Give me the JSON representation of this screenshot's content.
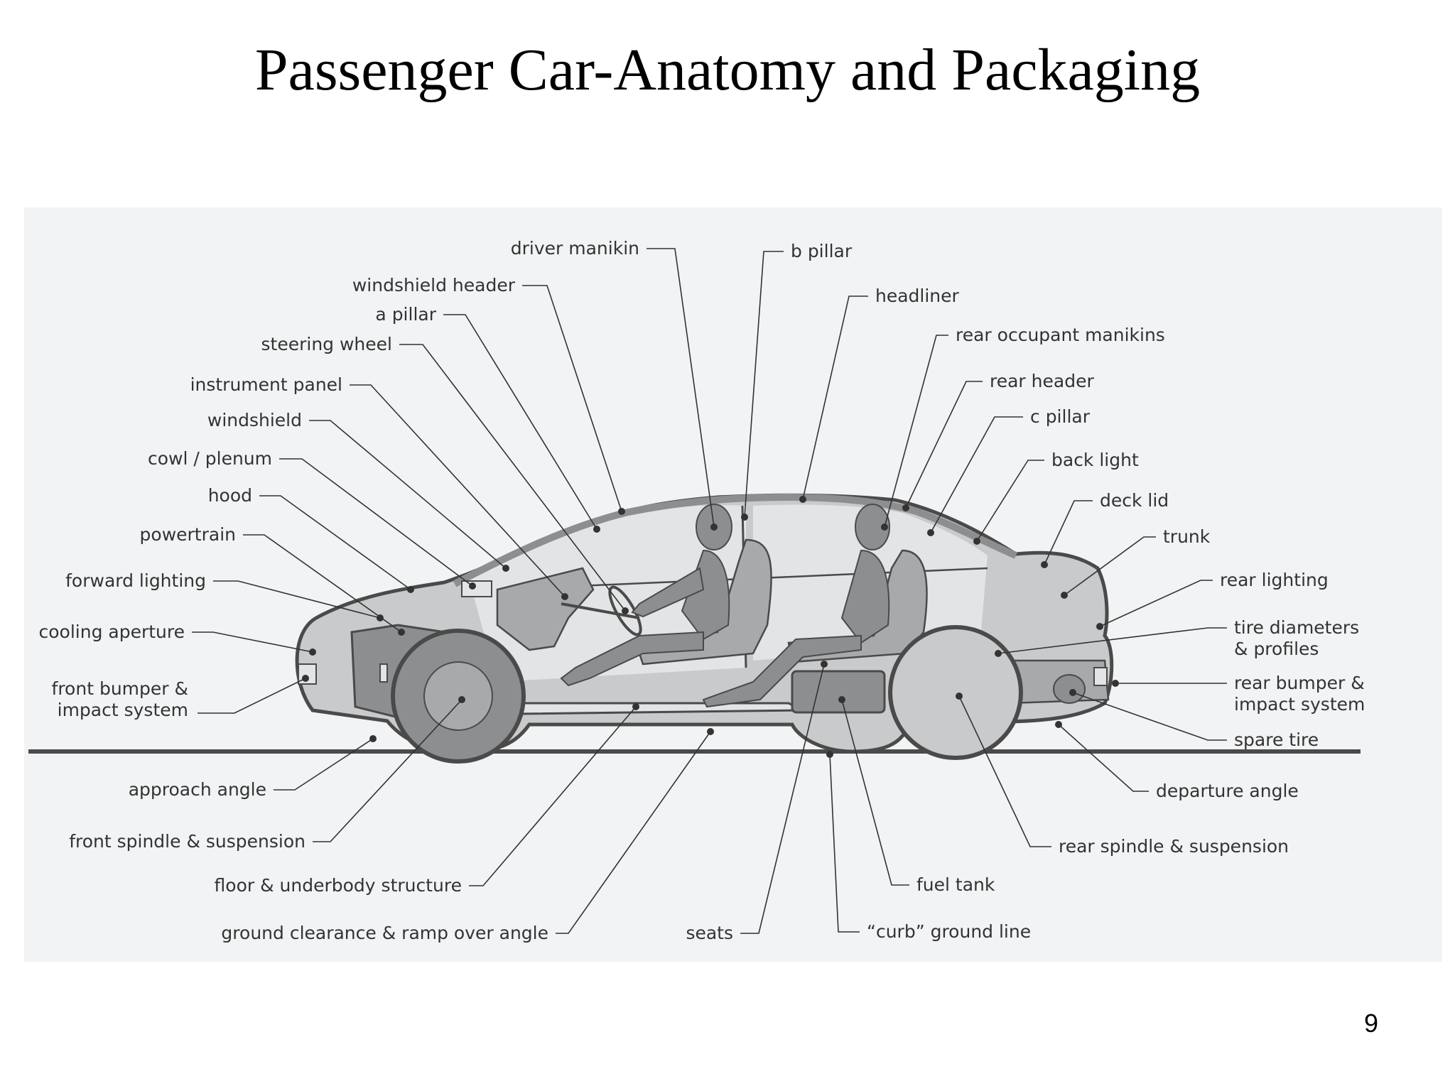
{
  "slide": {
    "title": "Passenger Car-Anatomy and Packaging",
    "page_number": "9"
  },
  "labels": {
    "driver_manikin": "driver manikin",
    "windshield_header": "windshield header",
    "a_pillar": "a pillar",
    "steering_wheel": "steering wheel",
    "instrument_panel": "instrument panel",
    "windshield": "windshield",
    "cowl_plenum": "cowl / plenum",
    "hood": "hood",
    "powertrain": "powertrain",
    "forward_lighting": "forward lighting",
    "cooling_aperture": "cooling aperture",
    "front_bumper_1": "front bumper &",
    "front_bumper_2": "impact system",
    "approach_angle": "approach angle",
    "front_spindle": "front spindle & suspension",
    "floor_underbody": "floor & underbody structure",
    "ground_clearance": "ground clearance & ramp over angle",
    "seats": "seats",
    "b_pillar": "b pillar",
    "headliner": "headliner",
    "rear_occupant": "rear occupant manikins",
    "rear_header": "rear header",
    "c_pillar": "c pillar",
    "back_light": "back light",
    "deck_lid": "deck lid",
    "trunk": "trunk",
    "rear_lighting": "rear lighting",
    "tire_1": "tire diameters",
    "tire_2": "& profiles",
    "rear_bumper_1": "rear bumper &",
    "rear_bumper_2": "impact system",
    "spare_tire": "spare tire",
    "departure_angle": "departure angle",
    "rear_spindle": "rear spindle & suspension",
    "fuel_tank": "fuel tank",
    "curb_line": "“curb” ground line"
  },
  "colors": {
    "panel_bg": "#f2f3f4",
    "body_fill": "#c9cacb",
    "interior_fill": "#e3e4e5",
    "dark_part": "#8d8e90",
    "outline": "#4a4a4a"
  }
}
